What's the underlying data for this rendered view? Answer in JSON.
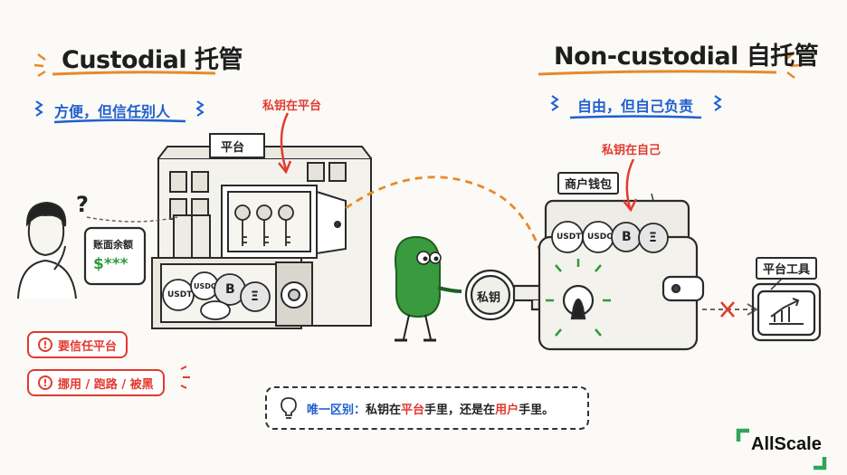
{
  "left": {
    "title": "Custodial 托管",
    "subtitle": "方便，但信任别人",
    "key_label": "私钥在平台",
    "building_label": "平台",
    "balance_label": "账面余额",
    "balance_value": "$***",
    "question": "?",
    "coins": [
      "USDT",
      "USDC",
      "B",
      "Ξ"
    ],
    "warnings": [
      "要信任平台",
      "挪用 / 跑路 / 被黑"
    ]
  },
  "right": {
    "title": "Non-custodial 自托管",
    "subtitle": "自由，但自己负责",
    "key_label": "私钥在自己",
    "wallet_label": "商户钱包",
    "coins": [
      "USDT",
      "USDC",
      "B",
      "Ξ"
    ],
    "tool_label": "平台工具"
  },
  "center": {
    "key_text": "私钥"
  },
  "note": {
    "prefix": "唯一区别：",
    "part1": "私钥在",
    "platform": "平台",
    "part2": "手里，还是在",
    "user": "用户",
    "part3": "手里。"
  },
  "brand": {
    "name": "AllScale"
  },
  "colors": {
    "accent_orange": "#e8892b",
    "warning_red": "#e23a2f",
    "subtitle_blue": "#1f5fd0",
    "character_green": "#3a9a3e"
  }
}
